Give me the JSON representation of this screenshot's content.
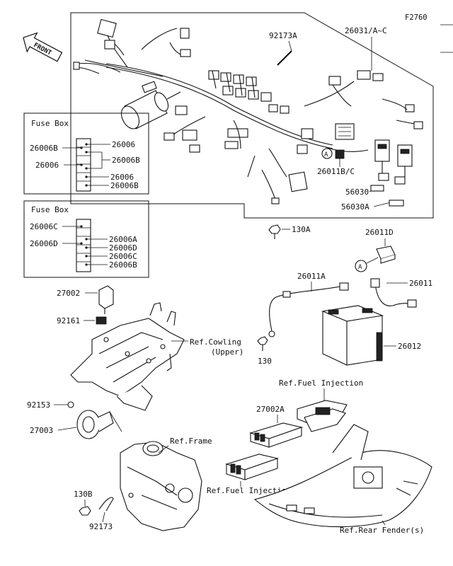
{
  "figure_code": "F2760",
  "front_label": "FRONT",
  "fuse_box_1": {
    "title": "Fuse Box",
    "labels_left": [
      "26006B",
      "26006"
    ],
    "labels_right": [
      "26006",
      "26006B",
      "26006",
      "26006B"
    ]
  },
  "fuse_box_2": {
    "title": "Fuse Box",
    "labels_left": [
      "26006C",
      "26006D"
    ],
    "labels_right": [
      "26006A",
      "26006D",
      "26006C",
      "26006B"
    ]
  },
  "parts": {
    "p92173A": "92173A",
    "p26031": "26031/A~C",
    "p26011BC": "26011B/C",
    "p56030": "56030",
    "p56030A": "56030A",
    "p130A": "130A",
    "p26011D": "26011D",
    "p26011A": "26011A",
    "p26011": "26011",
    "p26012": "26012",
    "p130": "130",
    "p27002": "27002",
    "p92161": "92161",
    "p92153": "92153",
    "p27003": "27003",
    "p27002A": "27002A",
    "p130B": "130B",
    "p92173": "92173"
  },
  "refs": {
    "cowling_line1": "Ref.Cowling",
    "cowling_line2": "(Upper)",
    "fuel_injection_1": "Ref.Fuel Injection",
    "frame": "Ref.Frame",
    "fuel_injection_2": "Ref.Fuel Injection",
    "rear_fender": "Ref.Rear Fender(s)"
  },
  "connector_marks": {
    "a1": "A",
    "a2": "A"
  }
}
